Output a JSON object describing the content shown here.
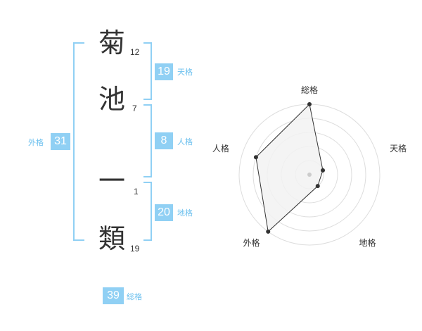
{
  "name": {
    "chars": [
      {
        "char": "菊",
        "strokes": "12"
      },
      {
        "char": "池",
        "strokes": "7"
      },
      {
        "char": "一",
        "strokes": "1"
      },
      {
        "char": "類",
        "strokes": "19"
      }
    ]
  },
  "fortunes": {
    "tenkaku": {
      "value": "19",
      "label": "天格"
    },
    "jinkaku": {
      "value": "8",
      "label": "人格"
    },
    "chikaku": {
      "value": "20",
      "label": "地格"
    },
    "gaikaku": {
      "value": "31",
      "label": "外格"
    },
    "soukaku": {
      "value": "39",
      "label": "総格"
    }
  },
  "chart_data": {
    "type": "radar",
    "axes": [
      "総格",
      "天格",
      "地格",
      "外格",
      "人格"
    ],
    "values": [
      5,
      1,
      1,
      5,
      4
    ],
    "max": 5,
    "rings": 5,
    "colors": {
      "fill": "#f2f2f2",
      "line": "#333333",
      "ring": "#dddddd",
      "center": "#cccccc"
    }
  }
}
